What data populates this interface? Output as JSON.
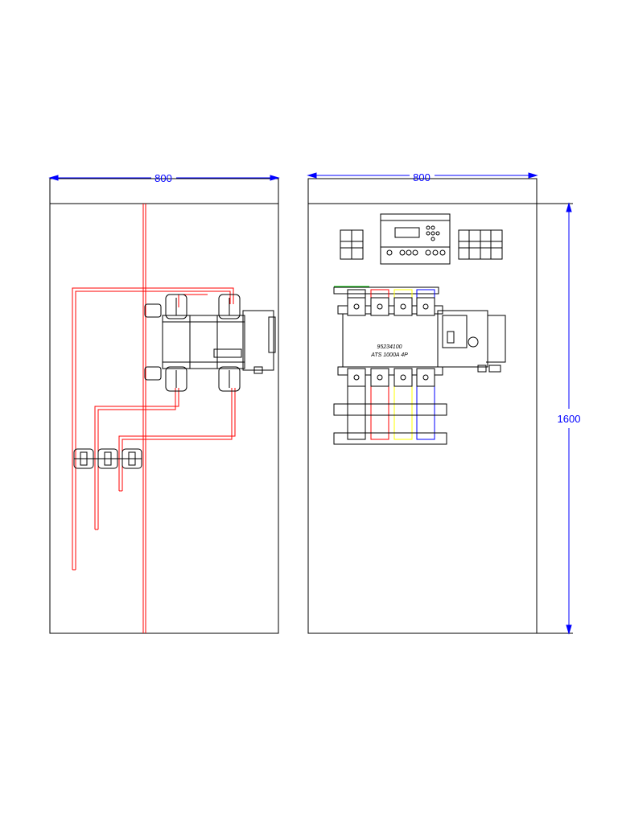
{
  "drawing": {
    "left_panel": {
      "width_dimension": "800"
    },
    "right_panel": {
      "width_dimension": "800",
      "height_dimension": "1600",
      "ats_part_number": "95234100",
      "ats_description": "ATS 1000A 4P"
    },
    "colors": {
      "outline": "#000000",
      "dimension": "#0000ff",
      "phase_l1": "#ff0000",
      "phase_l2": "#ffff00",
      "phase_l3": "#0000ff",
      "earth": "#00c000"
    }
  }
}
